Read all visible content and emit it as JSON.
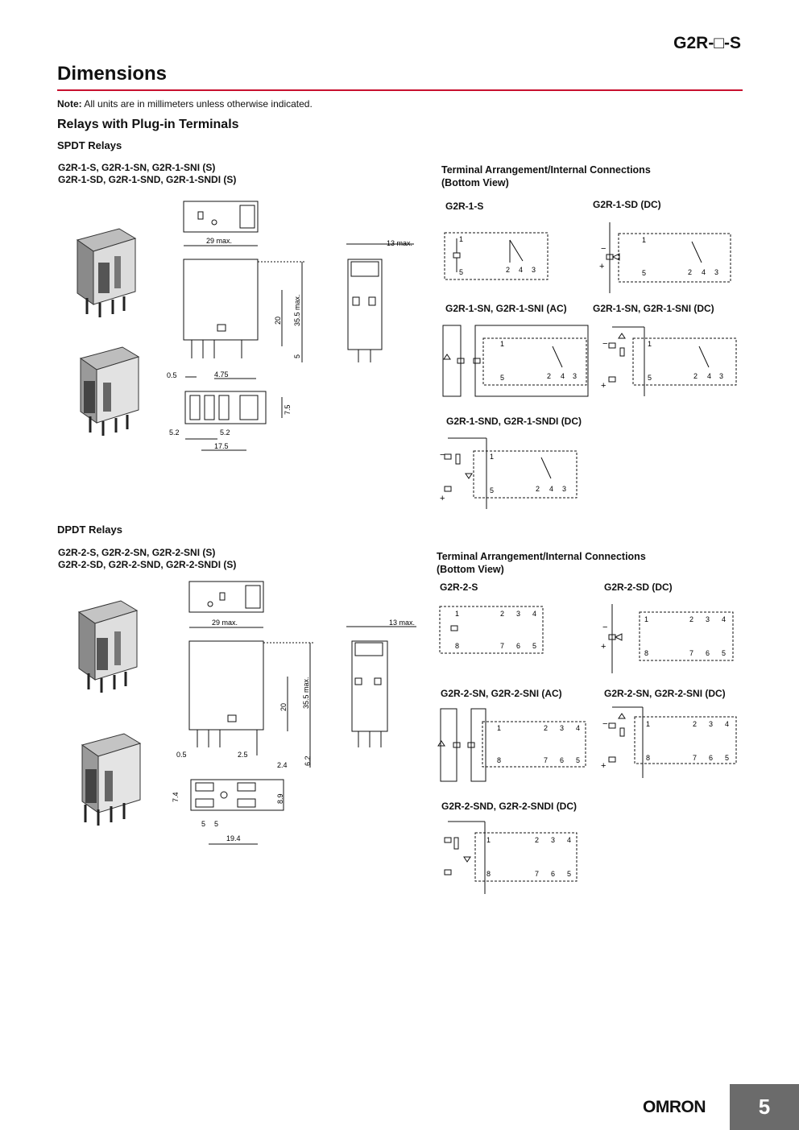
{
  "header": {
    "model": "G2R-□-S"
  },
  "page": {
    "title": "Dimensions",
    "note_label": "Note:",
    "note_text": " All units are in millimeters unless otherwise indicated.",
    "section_title": "Relays with Plug-in Terminals"
  },
  "spdt": {
    "subtitle": "SPDT Relays",
    "models_line1": "G2R-1-S, G2R-1-SN, G2R-1-SNI (S)",
    "models_line2": "G2R-1-SD, G2R-1-SND, G2R-1-SNDI (S)",
    "terminal_title_1": "Terminal Arrangement/Internal Connections",
    "terminal_title_2": "(Bottom View)",
    "dims": {
      "w29": "29 max.",
      "d13": "13 max.",
      "h20": "20",
      "h355": "35.5 max.",
      "h5": "5",
      "t05": "0.5",
      "t475": "4.75",
      "p52a": "5.2",
      "p52b": "5.2",
      "p175": "17.5",
      "h75": "7.5"
    },
    "diagrams": {
      "s": "G2R-1-S",
      "sd": "G2R-1-SD (DC)",
      "sn_ac": "G2R-1-SN, G2R-1-SNI (AC)",
      "sn_dc": "G2R-1-SN, G2R-1-SNI (DC)",
      "snd_dc": "G2R-1-SND, G2R-1-SNDI (DC)"
    }
  },
  "dpdt": {
    "subtitle": "DPDT Relays",
    "models_line1": "G2R-2-S, G2R-2-SN, G2R-2-SNI (S)",
    "models_line2": "G2R-2-SD, G2R-2-SND, G2R-2-SNDI (S)",
    "terminal_title_1": "Terminal Arrangement/Internal Connections",
    "terminal_title_2": "(Bottom View)",
    "dims": {
      "w29": "29 max.",
      "d13": "13 max.",
      "h20": "20",
      "h355": "35.5 max.",
      "t05": "0.5",
      "t25": "2.5",
      "t24": "2.4",
      "h62": "6.2",
      "h74": "7.4",
      "h89": "8.9",
      "p5a": "5",
      "p5b": "5",
      "p194": "19.4"
    },
    "diagrams": {
      "s": "G2R-2-S",
      "sd": "G2R-2-SD (DC)",
      "sn_ac": "G2R-2-SN, G2R-2-SNI (AC)",
      "sn_dc": "G2R-2-SN, G2R-2-SNI (DC)",
      "snd_dc": "G2R-2-SND, G2R-2-SNDI (DC)"
    }
  },
  "footer": {
    "brand": "OMRON",
    "page_number": "5"
  }
}
